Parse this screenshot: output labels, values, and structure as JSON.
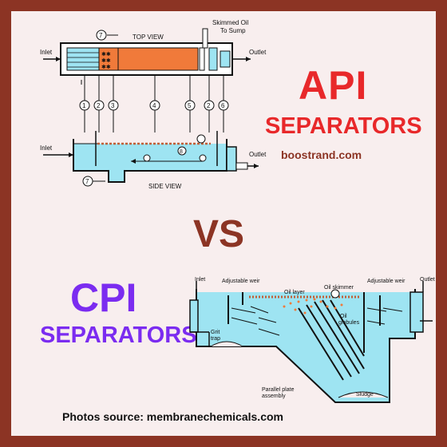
{
  "api": {
    "title": "API",
    "subtitle": "SEPARATORS",
    "site": "boostrand.com",
    "top_view_label": "TOP VIEW",
    "side_view_label": "SIDE VIEW",
    "skimmed_oil_label": "Skimmed  Oil",
    "to_sump_label": "To Sump",
    "inlet_label": "Inlet",
    "outlet_label": "Outlet",
    "callouts": [
      "1",
      "2",
      "3",
      "4",
      "5",
      "2",
      "6",
      "7",
      "8",
      "7"
    ]
  },
  "vs_text": "VS",
  "cpi": {
    "title": "CPI",
    "subtitle": "SEPARATORS",
    "labels": {
      "inlet": "Inlet",
      "outlet": "Outlet",
      "adjustable_weir_left": "Adjustable weir",
      "adjustable_weir_right": "Adjustable weir",
      "oil_layer": "Oil layer",
      "oil_skimmer": "Oil skimmer",
      "oil_globules_1": "Oil",
      "oil_globules_2": "globules",
      "grit_trap_1": "Grit",
      "grit_trap_2": "trap",
      "parallel_plate_1": "Parallel plate",
      "parallel_plate_2": "assembly",
      "sludge": "Sludge"
    }
  },
  "source_text": "Photos source: membranechemicals.com",
  "colors": {
    "frame": "#8c3424",
    "background": "#f8eeee",
    "water": "#9ee4f2",
    "oil": "#f07a3a",
    "api_text": "#e8282a",
    "cpi_text": "#7b2cf0"
  }
}
